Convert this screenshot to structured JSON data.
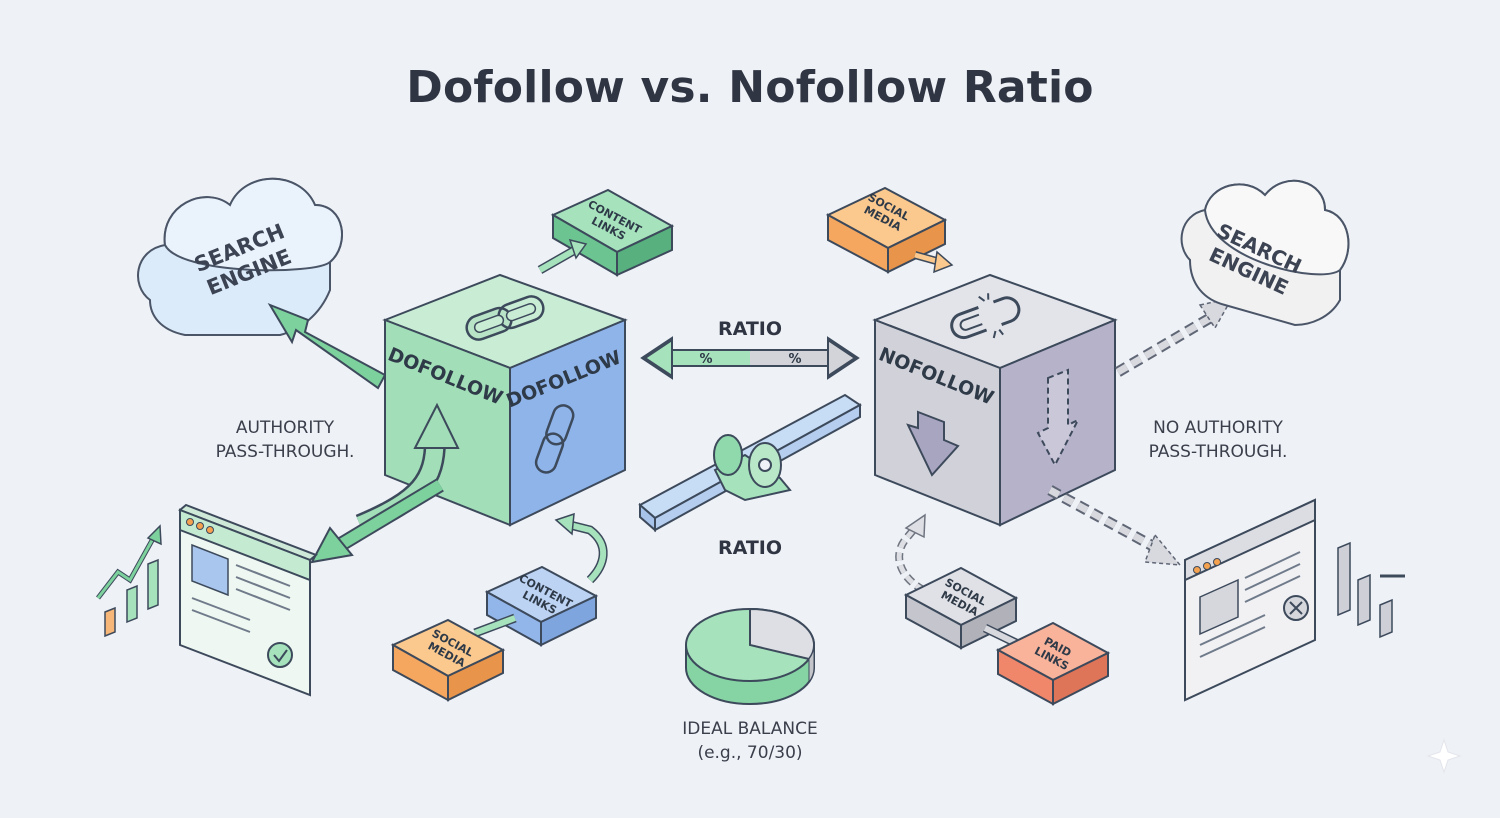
{
  "title": "Dofollow vs. Nofollow Ratio",
  "left": {
    "search_engine": [
      "SEARCH",
      "ENGINE"
    ],
    "cube_front": "DOFOLLOW",
    "cube_side": "DOFOLLOW",
    "content_links_top": [
      "CONTENT",
      "LINKS"
    ],
    "content_links_bottom": [
      "CONTENT",
      "LINKS"
    ],
    "social_media": [
      "SOCIAL",
      "MEDIA"
    ],
    "caption": [
      "AUTHORITY",
      "PASS-THROUGH."
    ]
  },
  "center": {
    "ratio_top": "RATIO",
    "pct_left": "%",
    "pct_right": "%",
    "ratio_bottom": "RATIO",
    "balance": [
      "IDEAL BALANCE",
      "(e.g., 70/30)"
    ]
  },
  "right": {
    "search_engine": [
      "SEARCH",
      "ENGINE"
    ],
    "cube_front": "NOFOLLOW",
    "social_media_top": [
      "SOCIAL",
      "MEDIA"
    ],
    "social_media_bottom": [
      "SOCIAL",
      "MEDIA"
    ],
    "paid_links": [
      "PAID",
      "LINKS"
    ],
    "caption": [
      "NO AUTHORITY",
      "PASS-THROUGH."
    ]
  },
  "colors": {
    "green": "#8fd9ac",
    "green_dark": "#5bb784",
    "blue": "#8fb6ec",
    "gray": "#d2d3da",
    "purple_gray": "#b4b1c9",
    "orange": "#f7b778",
    "red_orange": "#f49a7e",
    "cloud_blue": "#d6e7f8"
  }
}
